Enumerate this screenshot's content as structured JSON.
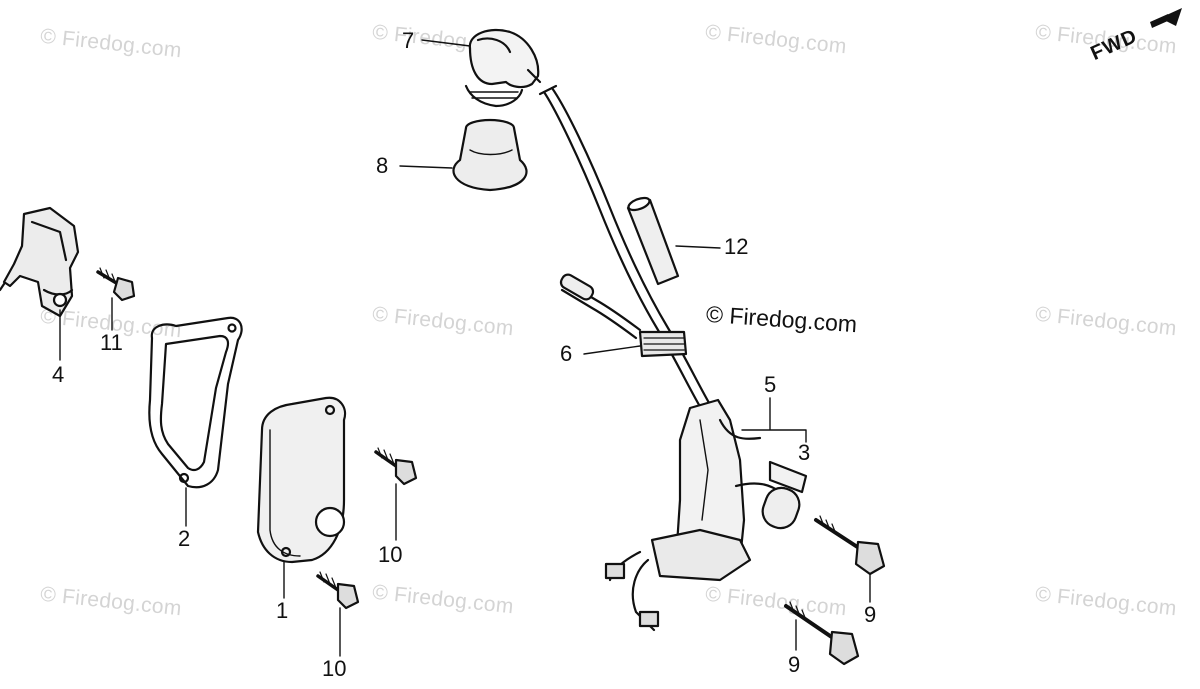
{
  "watermark": "© Firedog.com",
  "copyright": "© Firedog.com",
  "direction_label": "FWD",
  "callouts": {
    "c1": "1",
    "c2": "2",
    "c3": "3",
    "c4": "4",
    "c5": "5",
    "c6": "6",
    "c7": "7",
    "c8": "8",
    "c9a": "9",
    "c9b": "9",
    "c10a": "10",
    "c10b": "10",
    "c11": "11",
    "c12": "12"
  },
  "colors": {
    "ink": "#111111",
    "watermark": "#d4d4d4",
    "background": "#ffffff"
  }
}
